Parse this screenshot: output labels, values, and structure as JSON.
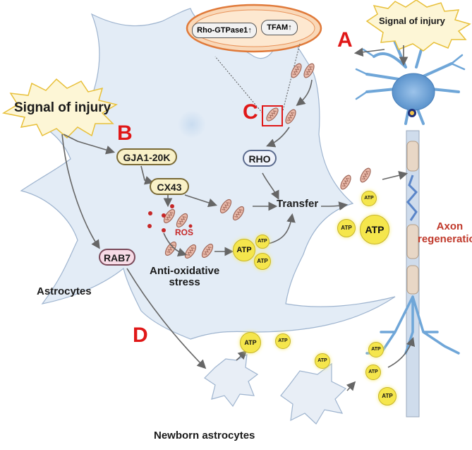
{
  "panels": {
    "a": "A",
    "b": "B",
    "c": "C",
    "d": "D"
  },
  "injury_left": "Signal of injury",
  "injury_right": "Signal of injury",
  "gja": "GJA1-20K",
  "cx43": "CX43",
  "rab7": "RAB7",
  "rho": "RHO",
  "ros": "ROS",
  "transfer": "Transfer",
  "anti_oxidative_line1": "Anti-oxidative",
  "anti_oxidative_line2": "stress",
  "astrocytes": "Astrocytes",
  "newborn": "Newborn astrocytes",
  "axon_line1": "Axon",
  "axon_line2": "regeneration",
  "rho_gtpase": "Rho-GTPase1",
  "tfam": "TFAM",
  "up_arrow": "↑",
  "atp": "ATP",
  "colors": {
    "panel_red": "#e01818",
    "axon_red": "#c0392b",
    "atp_yellow": "#f5e64c",
    "neuron_blue": "#6fa6d8",
    "astrocyte_fill": "#e3ecf6"
  }
}
